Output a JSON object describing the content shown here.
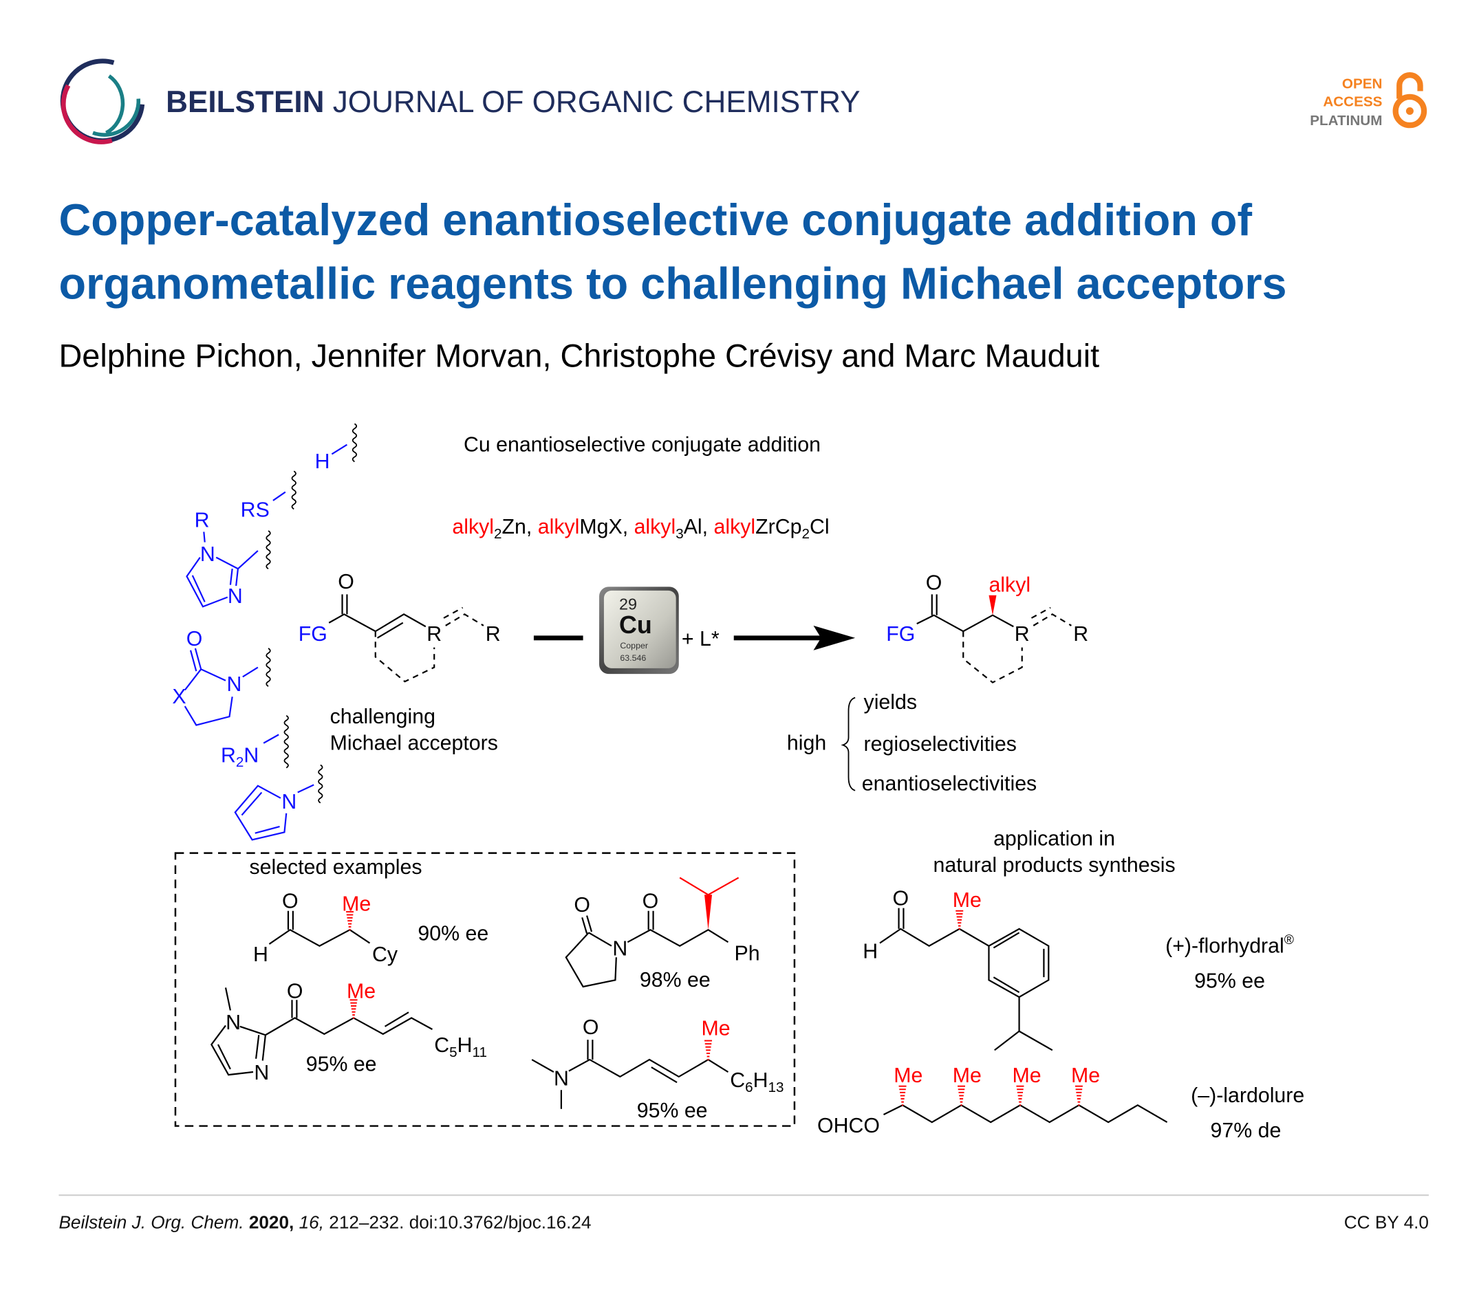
{
  "header": {
    "journal_bold": "BEILSTEIN",
    "journal_rest": "JOURNAL OF ORGANIC CHEMISTRY",
    "badge": [
      "OPEN",
      "ACCESS",
      "PLATINUM"
    ],
    "colors": {
      "navy": "#1f2d5c",
      "crimson": "#c8174d",
      "teal": "#1a7f86",
      "orange": "#f58220",
      "title_blue": "#0c5aa6"
    }
  },
  "title_lines": [
    "Copper-catalyzed enantioselective conjugate addition of",
    "organometallic reagents to challenging Michael acceptors"
  ],
  "authors": "Delphine Pichon, Jennifer Morvan, Christophe Crévisy and Marc Mauduit",
  "scheme": {
    "heading": "Cu enantioselective conjugate addition",
    "reagents": [
      "alkyl",
      "2",
      "Zn, ",
      "alkyl",
      "MgX, ",
      "alkyl",
      "3",
      "Al, ",
      "alkyl",
      "ZrCp",
      "2",
      "Cl"
    ],
    "fragments": {
      "h": "H",
      "rs": "RS",
      "r": "R",
      "n": "N",
      "o": "O",
      "x": "X",
      "r2n_r": "R",
      "r2n_2": "2",
      "r2n_n": "N"
    },
    "substrate": {
      "o": "O",
      "fg": "FG",
      "r1": "R",
      "r2": "R"
    },
    "substrate_caption": [
      "challenging",
      "Michael acceptors"
    ],
    "cu_tile": {
      "number": "29",
      "symbol": "Cu",
      "name": "Copper",
      "mass": "63.546"
    },
    "plus_ligand": "+ L*",
    "product": {
      "o": "O",
      "fg": "FG",
      "alkyl": "alkyl",
      "r1": "R",
      "r2": "R"
    },
    "outcome": {
      "high": "high",
      "items": [
        "yields",
        "regioselectivities",
        "enantioselectivities"
      ]
    },
    "examples_title": "selected examples",
    "examples": {
      "ex1": {
        "o": "O",
        "h": "H",
        "me": "Me",
        "cy": "Cy",
        "ee": "90% ee"
      },
      "ex2": {
        "o1": "O",
        "o2": "O",
        "n": "N",
        "ph": "Ph",
        "ee": "98% ee"
      },
      "ex3": {
        "n1": "N",
        "n2": "N",
        "o": "O",
        "me": "Me",
        "c": "C",
        "c_sub": "5",
        "h": "H",
        "h_sub": "11",
        "ee": "95% ee"
      },
      "ex4": {
        "n": "N",
        "o": "O",
        "me": "Me",
        "c": "C",
        "c_sub": "6",
        "h": "H",
        "h_sub": "13",
        "ee": "95% ee"
      }
    },
    "application_title": [
      "application in",
      "natural products synthesis"
    ],
    "florhydral": {
      "o": "O",
      "h": "H",
      "me": "Me",
      "name": "(+)-florhydral",
      "reg": "®",
      "ee": "95% ee"
    },
    "lardolure": {
      "ohco": "OHCO",
      "me": "Me",
      "name": "(–)-lardolure",
      "de": "97% de"
    }
  },
  "footer": {
    "journal": "Beilstein J. Org. Chem.",
    "year": "2020,",
    "volume": "16,",
    "rest": "212–232. doi:10.3762/bjoc.16.24",
    "license": "CC BY 4.0"
  }
}
